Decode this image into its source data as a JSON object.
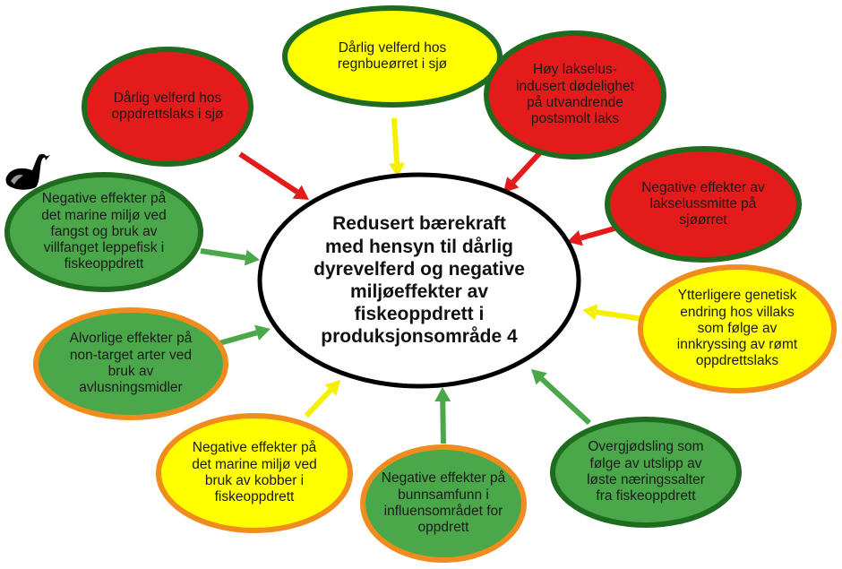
{
  "colors": {
    "red": "#e31b1b",
    "yellow": "#ffff00",
    "green": "#4aa84a",
    "dark_green_border": "#1f6b1f",
    "orange_border": "#f08c1e",
    "arrow_red": "#e31b1b",
    "arrow_yellow": "#f5f000",
    "arrow_green": "#4aa84a",
    "center_fill": "#ffffff",
    "center_border": "#000000"
  },
  "logo": {
    "icon": "swan-logo-icon"
  },
  "center": {
    "text": "Redusert bærekraft\nmed hensyn til dårlig\ndyrevelferd og negative\nmiljøeffekter av\nfiskeoppdrett i\nproduksjonsområde 4"
  },
  "nodes": [
    {
      "id": "regnbueorret",
      "text": "Dårlig velferd hos\nregnbueørret i sjø",
      "fill": "yellow",
      "border": "dark_green_border",
      "arrow": "arrow_yellow"
    },
    {
      "id": "lakselus-dodelighet",
      "text": "Høy lakselus-\nindusert dødelighet\npå utvandrende\npostsmolt laks",
      "fill": "red",
      "border": "dark_green_border",
      "arrow": "arrow_red"
    },
    {
      "id": "lakselussmitte",
      "text": "Negative effekter av\nlakselussmitte på\nsjøørret",
      "fill": "red",
      "border": "dark_green_border",
      "arrow": "arrow_red"
    },
    {
      "id": "genetisk-endring",
      "text": "Ytterligere genetisk\nendring hos villaks\nsom følge av\ninnkryssing av rømt\noppdrettslaks",
      "fill": "yellow",
      "border": "orange_border",
      "arrow": "arrow_yellow"
    },
    {
      "id": "overgjodsling",
      "text": "Overgjødsling som\nfølge av utslipp av\nløste næringssalter\nfra fiskeoppdrett",
      "fill": "green",
      "border": "dark_green_border",
      "arrow": "arrow_green"
    },
    {
      "id": "bunnsamfunn",
      "text": "Negative effekter på\nbunnsamfunn i\ninfluensområdet for\noppdrett",
      "fill": "green",
      "border": "orange_border",
      "arrow": "arrow_green"
    },
    {
      "id": "kobber",
      "text": "Negative effekter på\ndet marine miljø ved\nbruk av kobber i\nfiskeoppdrett",
      "fill": "yellow",
      "border": "orange_border",
      "arrow": "arrow_yellow"
    },
    {
      "id": "avlusningsmidler",
      "text": "Alvorlige effekter på\nnon-target arter ved\nbruk av\navlusningsmidler",
      "fill": "green",
      "border": "orange_border",
      "arrow": "arrow_green"
    },
    {
      "id": "leppefisk",
      "text": "Negative effekter på\ndet marine miljø ved\nfangst og bruk av\nvillfanget leppefisk i\nfiskeoppdrett",
      "fill": "green",
      "border": "dark_green_border",
      "arrow": "arrow_green"
    },
    {
      "id": "oppdrettslaks",
      "text": "Dårlig velferd hos\noppdrettslaks i sjø",
      "fill": "red",
      "border": "dark_green_border",
      "arrow": "arrow_red"
    }
  ]
}
